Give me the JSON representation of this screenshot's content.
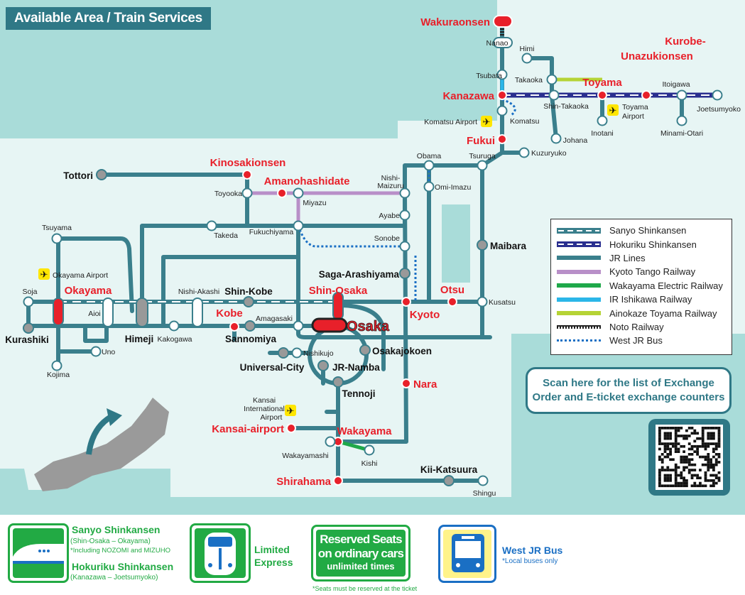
{
  "title": "Available Area / Train Services",
  "colors": {
    "sea": "#a9dcd9",
    "land": "#e7f5f4",
    "jr_line": "#3a7f8c",
    "major_station": "#e8202a",
    "title_bg": "#2f7886",
    "pictogram": "#22aa44",
    "bus": "#1a6fc4"
  },
  "stations": [
    {
      "name": "Wakuraonsen",
      "type": "red"
    },
    {
      "name": "Kurobe-",
      "type": "red"
    },
    {
      "name": "Unazukionsen",
      "type": "red"
    },
    {
      "name": "Toyama",
      "type": "red"
    },
    {
      "name": "Kanazawa",
      "type": "red"
    },
    {
      "name": "Fukui",
      "type": "red"
    },
    {
      "name": "Kinosakionsen",
      "type": "red"
    },
    {
      "name": "Amanohashidate",
      "type": "red"
    },
    {
      "name": "Okayama",
      "type": "red"
    },
    {
      "name": "Shin-Osaka",
      "type": "red"
    },
    {
      "name": "Kobe",
      "type": "red"
    },
    {
      "name": "Osaka",
      "type": "red"
    },
    {
      "name": "Kyoto",
      "type": "red"
    },
    {
      "name": "Otsu",
      "type": "red"
    },
    {
      "name": "Nara",
      "type": "red"
    },
    {
      "name": "Kansai-airport",
      "type": "red"
    },
    {
      "name": "Wakayama",
      "type": "red"
    },
    {
      "name": "Shirahama",
      "type": "red"
    },
    {
      "name": "Tottori",
      "type": "bold"
    },
    {
      "name": "Maibara",
      "type": "bold"
    },
    {
      "name": "Saga-Arashiyama",
      "type": "bold"
    },
    {
      "name": "Shin-Kobe",
      "type": "bold"
    },
    {
      "name": "Himeji",
      "type": "bold"
    },
    {
      "name": "Kurashiki",
      "type": "bold"
    },
    {
      "name": "Sannomiya",
      "type": "bold"
    },
    {
      "name": "Universal-City",
      "type": "bold"
    },
    {
      "name": "JR-Namba",
      "type": "bold"
    },
    {
      "name": "Osakajokoen",
      "type": "bold"
    },
    {
      "name": "Tennoji",
      "type": "bold"
    },
    {
      "name": "Kii-Katsuura",
      "type": "bold"
    },
    {
      "name": "Nanao",
      "type": "small"
    },
    {
      "name": "Himi",
      "type": "small"
    },
    {
      "name": "Tsubata",
      "type": "small"
    },
    {
      "name": "Takaoka",
      "type": "small"
    },
    {
      "name": "Shin-Takaoka",
      "type": "small"
    },
    {
      "name": "Itoigawa",
      "type": "small"
    },
    {
      "name": "Joetsumyoko",
      "type": "small"
    },
    {
      "name": "Komatsu",
      "type": "small"
    },
    {
      "name": "Komatsu Airport",
      "type": "small"
    },
    {
      "name": "Johana",
      "type": "small"
    },
    {
      "name": "Inotani",
      "type": "small"
    },
    {
      "name": "Toyama",
      "type": "small"
    },
    {
      "name": "Airport",
      "type": "small"
    },
    {
      "name": "Minami-Otari",
      "type": "small"
    },
    {
      "name": "Kuzuryuko",
      "type": "small"
    },
    {
      "name": "Obama",
      "type": "small"
    },
    {
      "name": "Tsuruga",
      "type": "small"
    },
    {
      "name": "Nishi-",
      "type": "small"
    },
    {
      "name": "Maizuru",
      "type": "small"
    },
    {
      "name": "Omi-Imazu",
      "type": "small"
    },
    {
      "name": "Toyooka",
      "type": "small"
    },
    {
      "name": "Miyazu",
      "type": "small"
    },
    {
      "name": "Ayabe",
      "type": "small"
    },
    {
      "name": "Takeda",
      "type": "small"
    },
    {
      "name": "Fukuchiyama",
      "type": "small"
    },
    {
      "name": "Sonobe",
      "type": "small"
    },
    {
      "name": "Tsuyama",
      "type": "small"
    },
    {
      "name": "Okayama Airport",
      "type": "small"
    },
    {
      "name": "Soja",
      "type": "small"
    },
    {
      "name": "Aioi",
      "type": "small"
    },
    {
      "name": "Nishi-Akashi",
      "type": "small"
    },
    {
      "name": "Kakogawa",
      "type": "small"
    },
    {
      "name": "Amagasaki",
      "type": "small"
    },
    {
      "name": "Kusatsu",
      "type": "small"
    },
    {
      "name": "Uno",
      "type": "small"
    },
    {
      "name": "Kojima",
      "type": "small"
    },
    {
      "name": "Nishikujo",
      "type": "small"
    },
    {
      "name": "Kansai",
      "type": "small"
    },
    {
      "name": "International",
      "type": "small"
    },
    {
      "name": "Airport",
      "type": "small"
    },
    {
      "name": "Wakayamashi",
      "type": "small"
    },
    {
      "name": "Kishi",
      "type": "small"
    },
    {
      "name": "Shingu",
      "type": "small"
    }
  ],
  "legend": [
    {
      "label": "Sanyo Shinkansen",
      "color": "#3a7f8c",
      "style": "dashed"
    },
    {
      "label": "Hokuriku Shinkansen",
      "color": "#2a2f8f",
      "style": "dashed"
    },
    {
      "label": "JR Lines",
      "color": "#3a7f8c",
      "style": "solid"
    },
    {
      "label": "Kyoto Tango Railway",
      "color": "#b88fc8",
      "style": "solid"
    },
    {
      "label": "Wakayama Electric Railway",
      "color": "#1fa84a",
      "style": "solid"
    },
    {
      "label": "IR Ishikawa Railway",
      "color": "#2bb6e8",
      "style": "solid"
    },
    {
      "label": "Ainokaze Toyama Railway",
      "color": "#b5d335",
      "style": "solid"
    },
    {
      "label": "Noto Railway",
      "color": "#222222",
      "style": "ticks"
    },
    {
      "label": "West JR Bus",
      "color": "#1a6fc4",
      "style": "dotted"
    }
  ],
  "qr": {
    "line1": "Scan here for the list of Exchange",
    "line2": "Order and E-ticket exchange counters"
  },
  "footer": {
    "shinkansen": {
      "title1": "Sanyo Shinkansen",
      "sub1": "(Shin-Osaka – Okayama)",
      "note1": "*Including NOZOMI and MIZUHO",
      "title2": "Hokuriku Shinkansen",
      "sub2": "(Kanazawa – Joetsumyoko)"
    },
    "limited": {
      "line1": "Limited",
      "line2": "Express"
    },
    "reserved": {
      "line1": "Reserved Seats",
      "line2": "on ordinary cars",
      "line3": "unlimited times",
      "note": "*Seats must be reserved at the ticket"
    },
    "bus": {
      "title": "West JR Bus",
      "note": "*Local buses only"
    }
  }
}
